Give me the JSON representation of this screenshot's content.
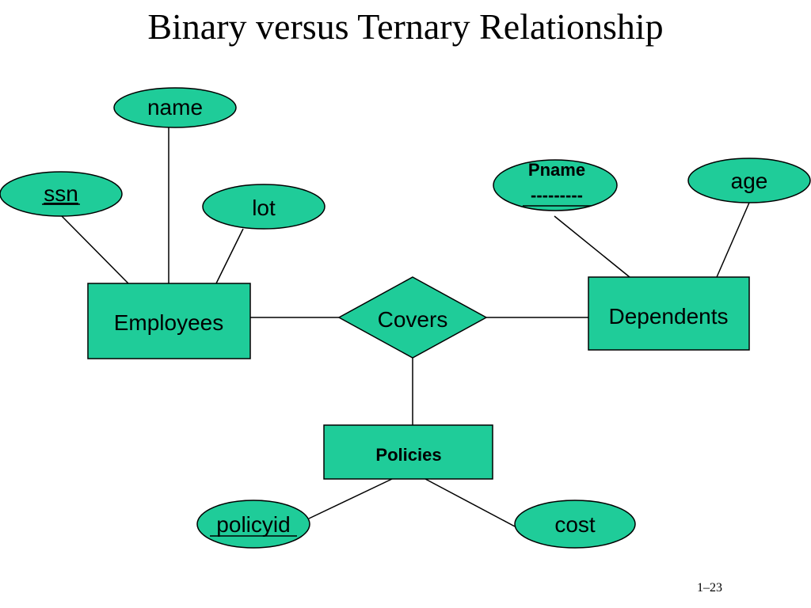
{
  "slide": {
    "title": "Binary versus Ternary Relationship",
    "slide_number": "1–23"
  },
  "colors": {
    "shape_fill": "#1fcc99",
    "outline": "#000000",
    "connector": "#000000",
    "text": "#000000"
  },
  "entities": {
    "employees": "Employees",
    "dependents": "Dependents",
    "policies": "Policies"
  },
  "relationships": {
    "covers": "Covers"
  },
  "attributes": {
    "name": "name",
    "ssn": "ssn",
    "lot": "lot",
    "pname": "Pname",
    "pname_dashes": "---------",
    "age": "age",
    "policyid": "policyid",
    "cost": "cost"
  }
}
